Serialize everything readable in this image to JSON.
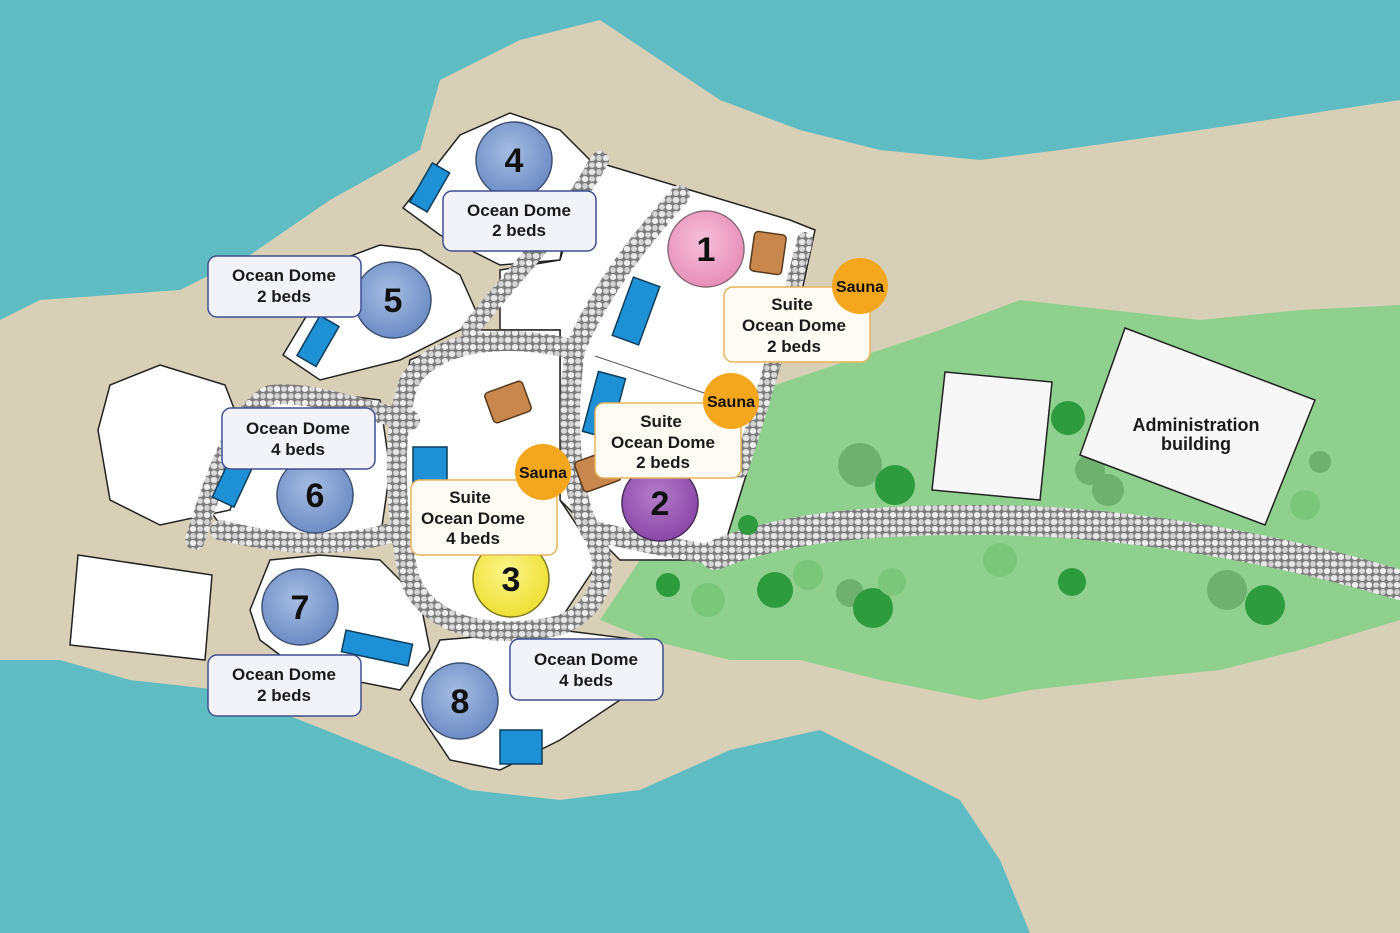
{
  "colors": {
    "water": "#5fbcc3",
    "sand": "#d8cfb7",
    "grass": "#8fd08f",
    "path_stone": "#9a9a9a",
    "plot": "#ffffff",
    "dome_blue": "#7f9ccf",
    "dome_pink": "#ef9fc3",
    "dome_purple": "#9b59b6",
    "dome_yellow": "#f4ec4a",
    "sauna": "#f4a71d",
    "pool": "#1e90d6",
    "hut": "#c8874c",
    "tree": "#2e9c3e"
  },
  "domes": [
    {
      "number": "1",
      "color": "pink"
    },
    {
      "number": "2",
      "color": "purple"
    },
    {
      "number": "3",
      "color": "yellow"
    },
    {
      "number": "4",
      "color": "blue"
    },
    {
      "number": "5",
      "color": "blue"
    },
    {
      "number": "6",
      "color": "blue"
    },
    {
      "number": "7",
      "color": "blue"
    },
    {
      "number": "8",
      "color": "blue"
    }
  ],
  "labels": {
    "dome_4": [
      "Ocean Dome",
      "2 beds"
    ],
    "dome_5": [
      "Ocean Dome",
      "2 beds"
    ],
    "dome_6": [
      "Ocean Dome",
      "4 beds"
    ],
    "dome_7": [
      "Ocean Dome",
      "2 beds"
    ],
    "dome_8": [
      "Ocean Dome",
      "4 beds"
    ],
    "dome_1": [
      "Suite",
      "Ocean Dome",
      "2 beds"
    ],
    "dome_2": [
      "Suite",
      "Ocean Dome",
      "2 beds"
    ],
    "dome_3": [
      "Suite",
      "Ocean Dome",
      "4 beds"
    ]
  },
  "sauna_label": "Sauna",
  "admin_label": [
    "Administration",
    "building"
  ]
}
